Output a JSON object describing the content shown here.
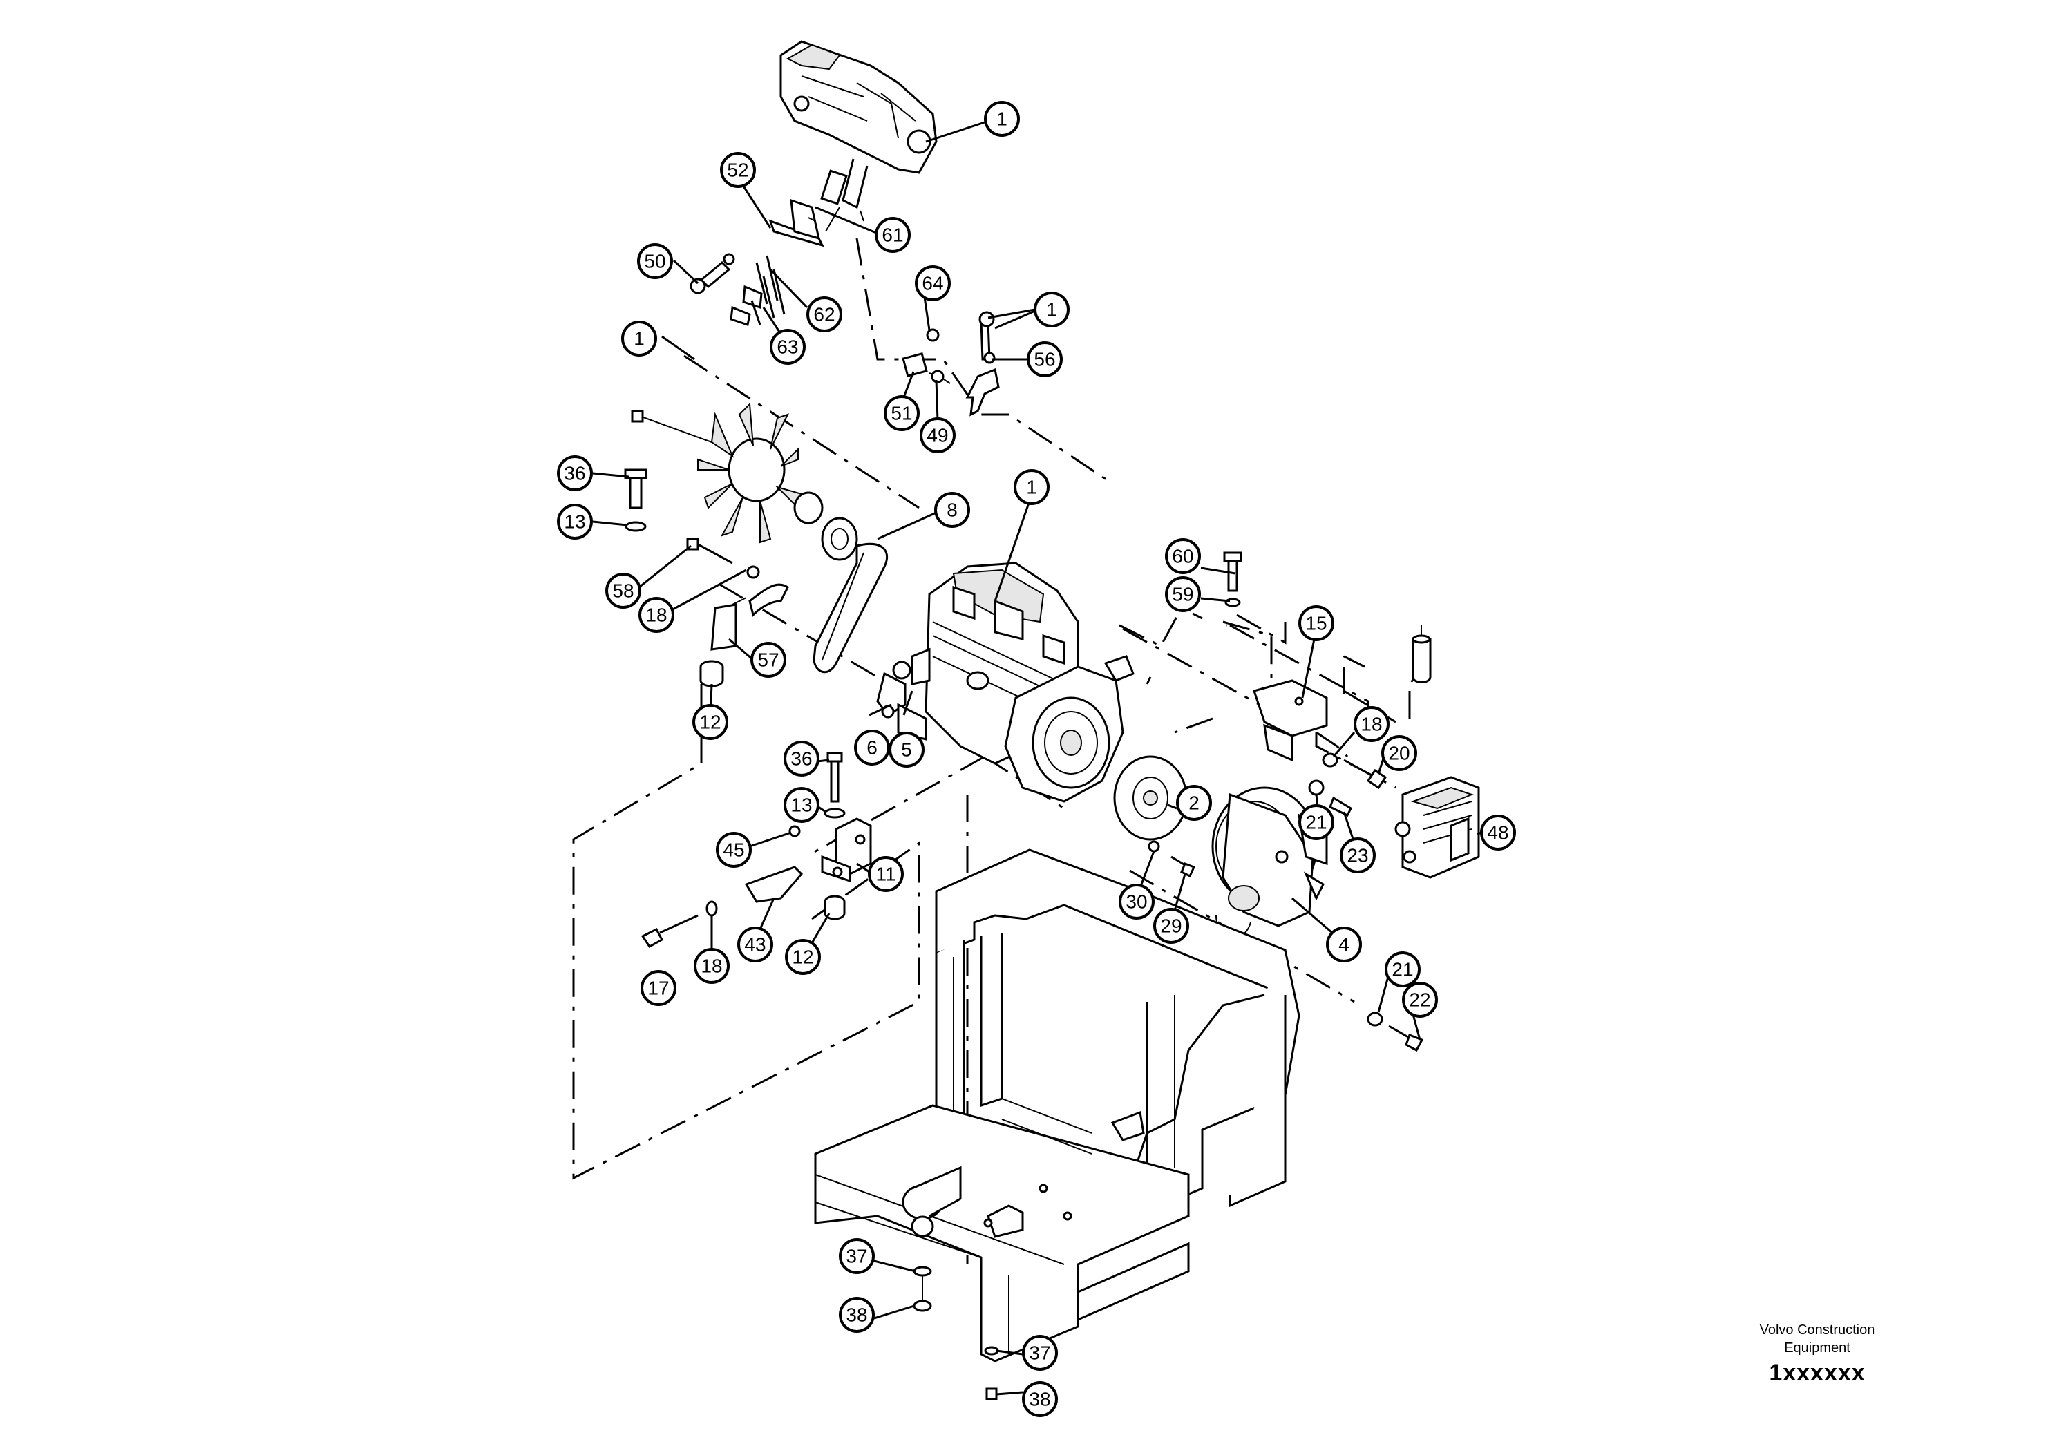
{
  "brand": {
    "line1": "Volvo Construction",
    "line2": "Equipment"
  },
  "serial": "1xxxxxx",
  "colors": {
    "ink": "#000000",
    "paper": "#ffffff"
  },
  "callouts": [
    {
      "id": "c-1a",
      "label": "1"
    },
    {
      "id": "c-52",
      "label": "52"
    },
    {
      "id": "c-61",
      "label": "61"
    },
    {
      "id": "c-50",
      "label": "50"
    },
    {
      "id": "c-62",
      "label": "62"
    },
    {
      "id": "c-63",
      "label": "63"
    },
    {
      "id": "c-64",
      "label": "64"
    },
    {
      "id": "c-1b",
      "label": "1"
    },
    {
      "id": "c-56",
      "label": "56"
    },
    {
      "id": "c-51",
      "label": "51"
    },
    {
      "id": "c-49",
      "label": "49"
    },
    {
      "id": "c-1c",
      "label": "1"
    },
    {
      "id": "c-36a",
      "label": "36"
    },
    {
      "id": "c-13a",
      "label": "13"
    },
    {
      "id": "c-58",
      "label": "58"
    },
    {
      "id": "c-18a",
      "label": "18"
    },
    {
      "id": "c-57",
      "label": "57"
    },
    {
      "id": "c-12a",
      "label": "12"
    },
    {
      "id": "c-8",
      "label": "8"
    },
    {
      "id": "c-1d",
      "label": "1"
    },
    {
      "id": "c-6",
      "label": "6"
    },
    {
      "id": "c-5",
      "label": "5"
    },
    {
      "id": "c-60",
      "label": "60"
    },
    {
      "id": "c-59",
      "label": "59"
    },
    {
      "id": "c-15",
      "label": "15"
    },
    {
      "id": "c-18b",
      "label": "18"
    },
    {
      "id": "c-20",
      "label": "20"
    },
    {
      "id": "c-21a",
      "label": "21"
    },
    {
      "id": "c-23",
      "label": "23"
    },
    {
      "id": "c-48",
      "label": "48"
    },
    {
      "id": "c-2",
      "label": "2"
    },
    {
      "id": "c-36b",
      "label": "36"
    },
    {
      "id": "c-13b",
      "label": "13"
    },
    {
      "id": "c-45",
      "label": "45"
    },
    {
      "id": "c-11",
      "label": "11"
    },
    {
      "id": "c-30",
      "label": "30"
    },
    {
      "id": "c-29",
      "label": "29"
    },
    {
      "id": "c-4",
      "label": "4"
    },
    {
      "id": "c-43",
      "label": "43"
    },
    {
      "id": "c-12b",
      "label": "12"
    },
    {
      "id": "c-18c",
      "label": "18"
    },
    {
      "id": "c-17",
      "label": "17"
    },
    {
      "id": "c-21b",
      "label": "21"
    },
    {
      "id": "c-22",
      "label": "22"
    },
    {
      "id": "c-37a",
      "label": "37"
    },
    {
      "id": "c-38a",
      "label": "38"
    },
    {
      "id": "c-37b",
      "label": "37"
    },
    {
      "id": "c-38b",
      "label": "38"
    }
  ]
}
